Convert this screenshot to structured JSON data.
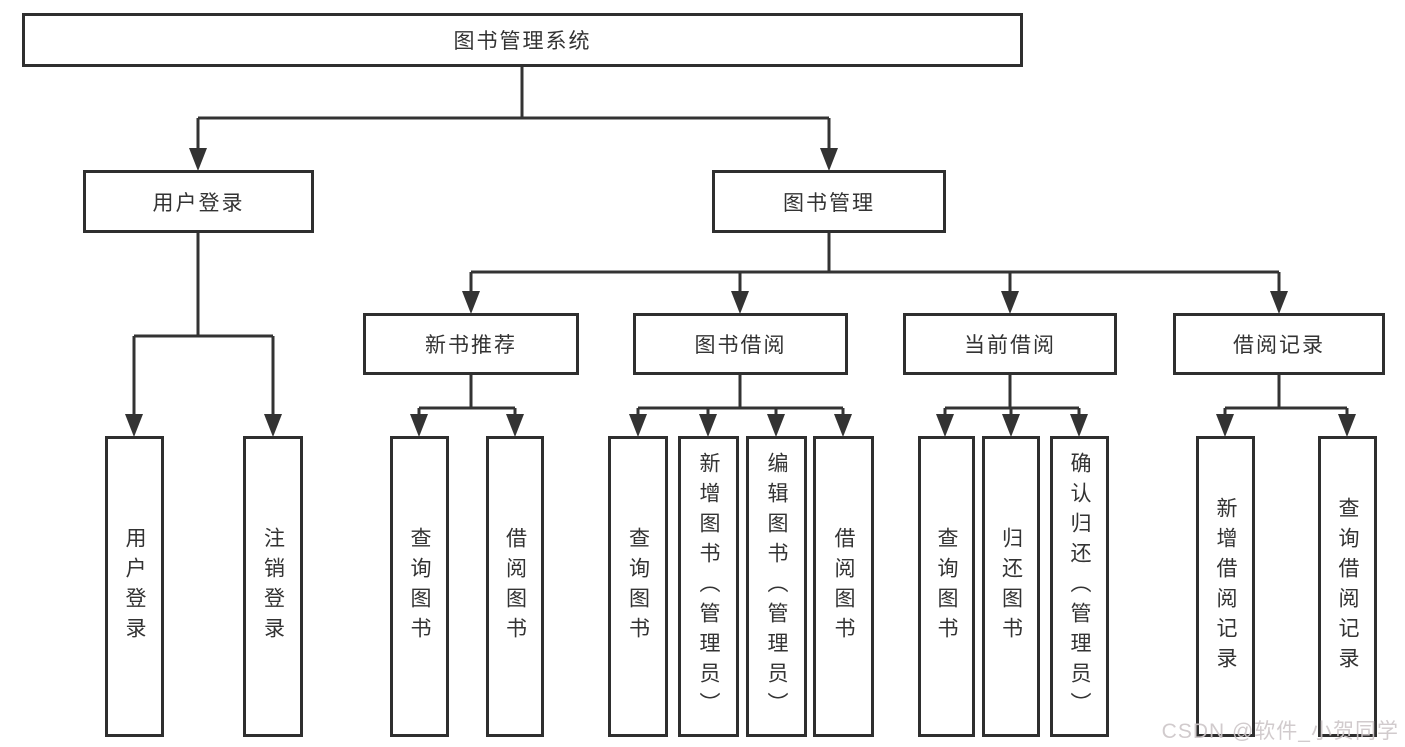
{
  "diagram": {
    "title": "图书管理系统",
    "type": "hierarchy-tree"
  },
  "nodes": {
    "root": {
      "label": "图书管理系统"
    },
    "user_login": {
      "label": "用户登录"
    },
    "book_mgmt": {
      "label": "图书管理"
    },
    "new_book_rec": {
      "label": "新书推荐"
    },
    "book_borrow": {
      "label": "图书借阅"
    },
    "current_borrow": {
      "label": "当前借阅"
    },
    "borrow_record": {
      "label": "借阅记录"
    },
    "ul_login": {
      "label": "用户登录"
    },
    "ul_logout": {
      "label": "注销登录"
    },
    "nr_query": {
      "label": "查询图书"
    },
    "nr_borrow": {
      "label": "借阅图书"
    },
    "bb_query": {
      "label": "查询图书"
    },
    "bb_add": {
      "label": "新增图书（管理员）"
    },
    "bb_edit": {
      "label": "编辑图书（管理员）"
    },
    "bb_borrow": {
      "label": "借阅图书"
    },
    "cb_query": {
      "label": "查询图书"
    },
    "cb_return": {
      "label": "归还图书"
    },
    "cb_confirm": {
      "label": "确认归还（管理员）"
    },
    "br_add": {
      "label": "新增借阅记录"
    },
    "br_query": {
      "label": "查询借阅记录"
    }
  },
  "watermark": {
    "text": "CSDN @软件_小贺同学"
  },
  "colors": {
    "line": "#333333",
    "box_border": "#2f2f2f",
    "box_fill": "#ffffff",
    "text": "#333333",
    "background": "#ffffff",
    "watermark": "#cdc7c9"
  }
}
